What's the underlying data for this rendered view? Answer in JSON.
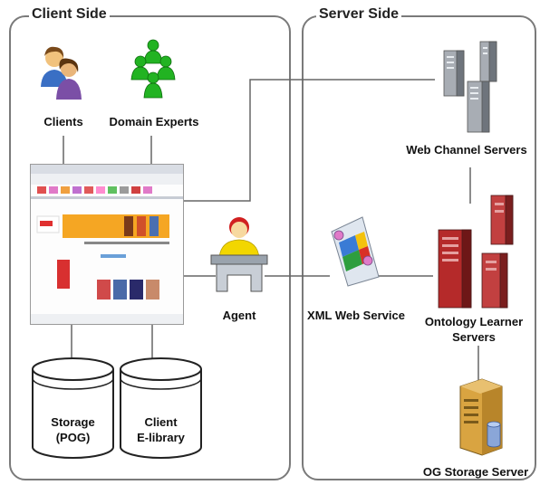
{
  "client_side": {
    "title": "Client Side",
    "clients_label": "Clients",
    "experts_label": "Domain Experts",
    "agent_label": "Agent",
    "storage": {
      "line1": "Storage",
      "line2": "(POG)"
    },
    "elibrary": {
      "line1": "Client",
      "line2": "E-library"
    }
  },
  "server_side": {
    "title": "Server Side",
    "web_channel_label": "Web Channel Servers",
    "xml_label": "XML Web Service",
    "learner": {
      "line1": "Ontology Learner",
      "line2": "Servers"
    },
    "og_storage_label": "OG Storage Server"
  },
  "colors": {
    "panel_border": "#7a7a7a",
    "connector": "#666666",
    "experts_green": "#22b322",
    "agent_yellow": "#f2d600",
    "server_red": "#b52a2a",
    "server_gray": "#8a8f96"
  },
  "icons": [
    "clients-icon",
    "domain-experts-icon",
    "browser-screenshot",
    "agent-icon",
    "storage-cylinder",
    "elibrary-cylinder",
    "web-channel-servers-icon",
    "xml-web-service-icon",
    "ontology-learner-servers-icon",
    "og-storage-server-icon"
  ]
}
